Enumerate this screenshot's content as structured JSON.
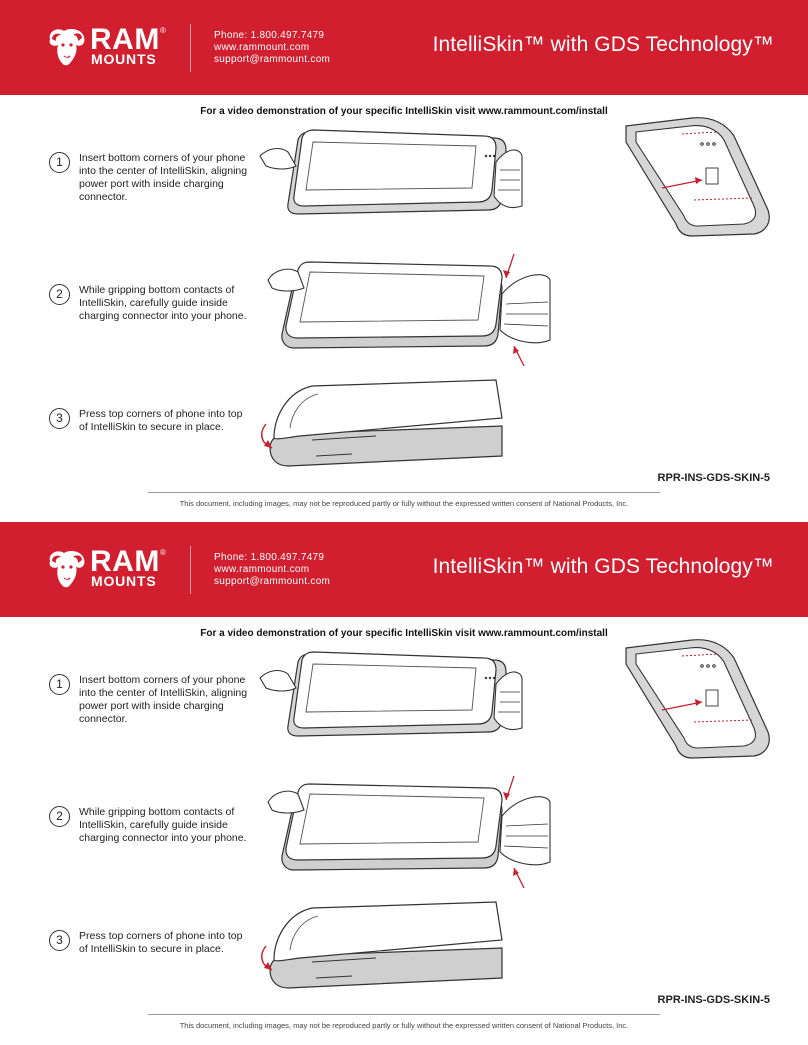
{
  "sheets": [
    {
      "header": {
        "brand_line1": "RAM",
        "brand_line2": "MOUNTS",
        "registered_mark": "®",
        "phone": "Phone: 1.800.497.7479",
        "website": "www.rammount.com",
        "email": "support@rammount.com",
        "product_title": "IntelliSkin™ with GDS Technology™"
      },
      "video_note": "For a video demonstration of your specific IntelliSkin visit www.rammount.com/install",
      "steps": [
        {
          "number": "1",
          "text": "Insert bottom corners of your phone into the center of IntelliSkin, aligning power port with inside charging connector."
        },
        {
          "number": "2",
          "text": "While gripping bottom contacts of IntelliSkin, carefully guide inside charging connector into your phone."
        },
        {
          "number": "3",
          "text": "Press top corners of phone into top of IntelliSkin to secure in place."
        }
      ],
      "doc_code": "RPR-INS-GDS-SKIN-5",
      "footnote": "This document, including images, may not be reproduced partly or fully without the expressed written consent of National Products, Inc."
    },
    {
      "header": {
        "brand_line1": "RAM",
        "brand_line2": "MOUNTS",
        "registered_mark": "®",
        "phone": "Phone: 1.800.497.7479",
        "website": "www.rammount.com",
        "email": "support@rammount.com",
        "product_title": "IntelliSkin™ with GDS Technology™"
      },
      "video_note": "For a video demonstration of your specific IntelliSkin visit www.rammount.com/install",
      "steps": [
        {
          "number": "1",
          "text": "Insert bottom corners of your phone into the center of IntelliSkin, aligning power port with inside charging connector."
        },
        {
          "number": "2",
          "text": "While gripping bottom contacts of IntelliSkin, carefully guide inside charging connector into your phone."
        },
        {
          "number": "3",
          "text": "Press top corners of phone into top of IntelliSkin to secure in place."
        }
      ],
      "doc_code": "RPR-INS-GDS-SKIN-5",
      "footnote": "This document, including images, may not be reproduced partly or fully without the expressed written consent of National Products, Inc."
    }
  ],
  "colors": {
    "brand_red": "#d21f2f",
    "arrow_red": "#c8202f",
    "line_art": "#333333",
    "skin_gray": "#cfcfcf"
  }
}
